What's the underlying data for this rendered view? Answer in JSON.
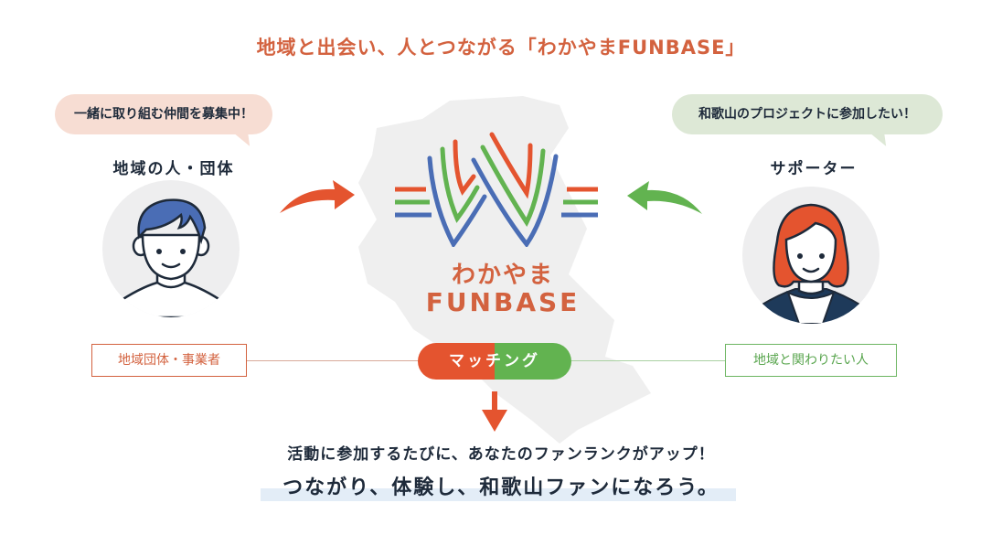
{
  "header": {
    "title": "地域と出会い、人とつながる「わかやまFUNBASE」"
  },
  "left_party": {
    "speech_bubble": "一緒に取り組む仲間を募集中！",
    "label": "地域の人・団体",
    "tag": "地域団体・事業者",
    "avatar": "male-avatar"
  },
  "right_party": {
    "speech_bubble": "和歌山のプロジェクトに参加したい！",
    "label": "サポーター",
    "tag": "地域と関わりたい人",
    "avatar": "female-avatar"
  },
  "center": {
    "logo_line1": "わかやま",
    "logo_line2": "FUNBASE",
    "matching_label": "マッチング"
  },
  "footer": {
    "message1": "活動に参加するたびに、あなたのファンランクがアップ！",
    "message2": "つながり、体験し、和歌山ファンになろう。"
  },
  "colors": {
    "accent_orange": "#e4542f",
    "accent_green": "#62b350",
    "accent_blue": "#4a6db5",
    "title_text": "#d3623f",
    "body_text": "#1e2a3a"
  }
}
